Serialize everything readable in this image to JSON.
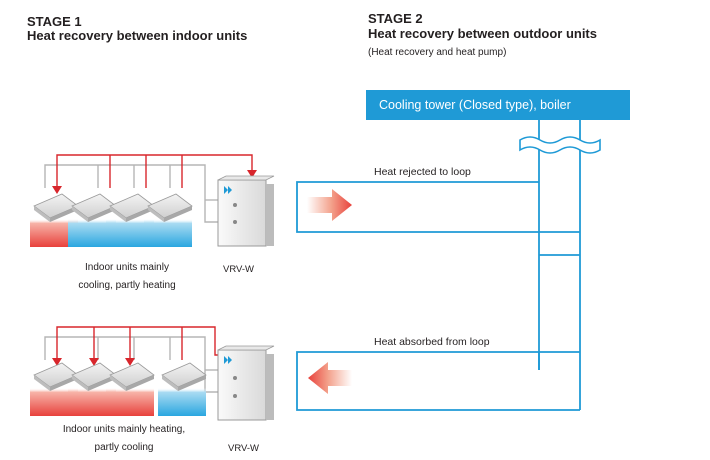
{
  "stage1": {
    "label": "STAGE 1",
    "title": "Heat recovery between indoor units"
  },
  "stage2": {
    "label": "STAGE 2",
    "title": "Heat recovery between outdoor units",
    "subtitle": "(Heat recovery and heat pump)"
  },
  "tower": {
    "label": "Cooling tower (Closed type), boiler"
  },
  "loop": {
    "top_label": "Heat rejected to loop",
    "bottom_label": "Heat absorbed from loop"
  },
  "system_top": {
    "caption_line1": "Indoor units mainly",
    "caption_line2": "cooling, partly heating",
    "unit_label": "VRV-W",
    "indoor_modes": [
      "heating",
      "cooling",
      "cooling",
      "cooling"
    ]
  },
  "system_bottom": {
    "caption_line1": "Indoor units mainly heating,",
    "caption_line2": "partly cooling",
    "unit_label": "VRV-W",
    "indoor_modes": [
      "heating",
      "heating",
      "heating",
      "cooling"
    ]
  },
  "colors": {
    "loop_blue": "#1f9ad6",
    "pipe_red": "#d8262c",
    "pipe_grey": "#b5b5b5",
    "heat_red": "#e8413c",
    "cool_blue": "#2aa6e0",
    "text": "#231f20"
  }
}
